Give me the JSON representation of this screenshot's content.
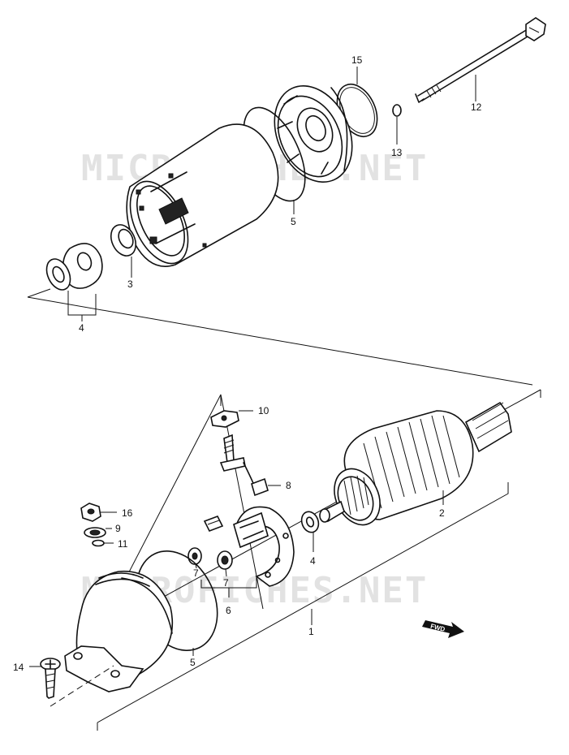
{
  "watermark": "MICROFICHES.NET",
  "fwd_label": "FWD",
  "callouts": {
    "c1": "1",
    "c2": "2",
    "c3": "3",
    "c4_top": "4",
    "c4_bottom": "4",
    "c5_top": "5",
    "c5_bottom": "5",
    "c6": "6",
    "c7_a": "7",
    "c7_b": "7",
    "c8": "8",
    "c9": "9",
    "c10": "10",
    "c11": "11",
    "c12": "12",
    "c13": "13",
    "c14": "14",
    "c15": "15",
    "c16": "16"
  }
}
